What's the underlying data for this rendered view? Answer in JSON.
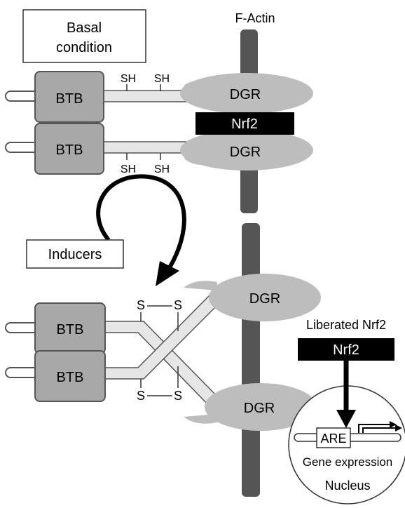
{
  "labels": {
    "basal_line1": "Basal",
    "basal_line2": "condition",
    "f_actin": "F-Actin",
    "inducers": "Inducers",
    "liberated_nrf2": "Liberated Nrf2",
    "btb": "BTB",
    "dgr": "DGR",
    "nrf2": "Nrf2",
    "sh": "SH",
    "s": "S",
    "are": "ARE",
    "gene_expression": "Gene expression",
    "nucleus": "Nucleus"
  },
  "colors": {
    "box_fill": "#a8a8a8",
    "box_stroke": "#555555",
    "dgr_fill": "#bdbdbd",
    "actin_fill": "#555555",
    "linker_fill": "#e6e6e6",
    "nrf2_fill": "#000000",
    "nrf2_text": "#ffffff"
  }
}
